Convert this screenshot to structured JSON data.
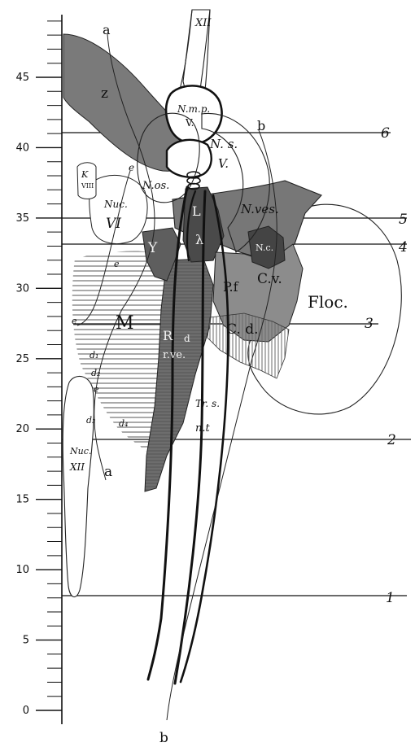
{
  "scale": {
    "labels": [
      "0",
      "5",
      "10",
      "15",
      "20",
      "25",
      "30",
      "35",
      "40",
      "45"
    ]
  },
  "levels": [
    "1",
    "2",
    "3",
    "4",
    "5",
    "6"
  ],
  "nerve_top": "XII",
  "letters": {
    "a_top": "a",
    "a_bottom": "a",
    "b_top": "b",
    "b_bottom": "b",
    "e1": "e",
    "e2": "e",
    "e3": "e",
    "e4": "e",
    "z": "z"
  },
  "regions": {
    "n_m_p": "N.m.p.",
    "n_m_p_sub": "V.",
    "n_s_v": "N. s.",
    "n_s_v_sub": "V.",
    "n_os": "N.os.",
    "k_viii": "K",
    "k_viii_sub": "VIII",
    "nuc_vi": "Nuc.",
    "nuc_vi_sub": "VI",
    "n_ves": "N.ves.",
    "L": "L",
    "y": "Y",
    "lambda": "λ",
    "n_c": "N.c.",
    "pf": "P.f",
    "cv": "C.v.",
    "floc": "Floc.",
    "m": "M",
    "r": "R",
    "d_small": "d",
    "r_ve": "r.ve.",
    "c_d": "C. d.",
    "d1": "d₁",
    "d2": "d₂",
    "d3": "d₃",
    "d4": "d₄",
    "tr_s": "Tr. s.",
    "n_t": "n.t",
    "nuc_xii": "Nuc.",
    "nuc_xii_sub": "XII"
  }
}
